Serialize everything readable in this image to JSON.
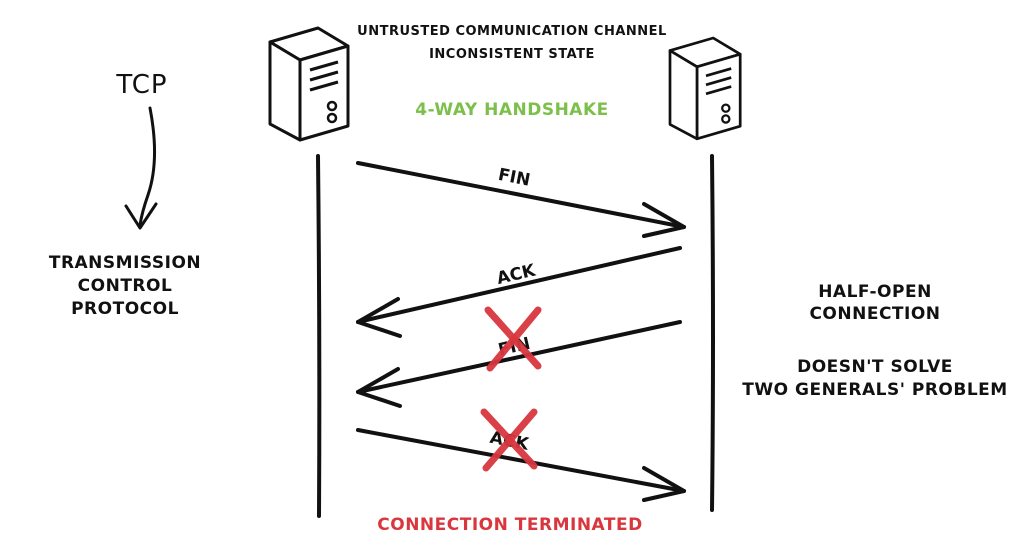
{
  "header": {
    "line1": "UNTRUSTED COMMUNICATION CHANNEL",
    "line2": "INCONSISTENT STATE",
    "title": "4-WAY HANDSHAKE"
  },
  "left_note": {
    "acronym": "TCP",
    "expansion": [
      "TRANSMISSION",
      "CONTROL",
      "PROTOCOL"
    ]
  },
  "right_notes": {
    "note1": [
      "HALF-OPEN",
      "CONNECTION"
    ],
    "note2": [
      "DOESN'T SOLVE",
      "TWO GENERALS' PROBLEM"
    ]
  },
  "messages": [
    {
      "label": "FIN",
      "direction": "left-to-right",
      "lost": false
    },
    {
      "label": "ACK",
      "direction": "right-to-left",
      "lost": false
    },
    {
      "label": "FIN",
      "direction": "right-to-left",
      "lost": true
    },
    {
      "label": "ACK",
      "direction": "left-to-right",
      "lost": true
    }
  ],
  "footer": "CONNECTION TERMINATED",
  "icons": {
    "left_node": "server-icon",
    "right_node": "server-icon",
    "lost_marker": "red-x-icon"
  },
  "colors": {
    "ink": "#111111",
    "handshake": "#7cc04b",
    "lost": "#d9363e",
    "footer": "#d9363e"
  }
}
